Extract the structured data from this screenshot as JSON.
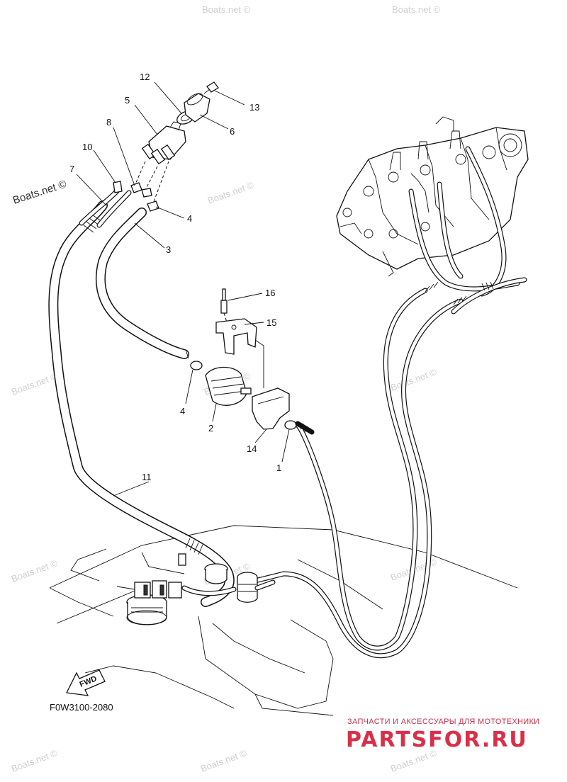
{
  "diagram_code": "F0W3100-2080",
  "fwd_label": "FWD",
  "callouts": [
    "12",
    "5",
    "13",
    "6",
    "8",
    "10",
    "7",
    "4",
    "3",
    "16",
    "15",
    "4",
    "2",
    "14",
    "1",
    "11"
  ],
  "watermarks": [
    "Boats.net ©",
    "Boats.net ©",
    "Boats.net ©",
    "Boats.net ©",
    "Boats.net ©",
    "Boats.net ©",
    "Boats.net ©",
    "Boats.net ©",
    "Boats.net ©",
    "Boats.net ©",
    "Boats.net ©",
    "Boats.net ©"
  ],
  "watermark_prominent": "Boats.net ©",
  "brand": {
    "tagline": "ЗАПЧАСТИ И АКСЕССУАРЫ ДЛЯ МОТОТЕХНИКИ",
    "logo_text": "PARTSFOR.RU",
    "color": "#d9304a"
  },
  "colors": {
    "line": "#111111",
    "watermark": "#cfcfcf",
    "background": "#ffffff"
  }
}
